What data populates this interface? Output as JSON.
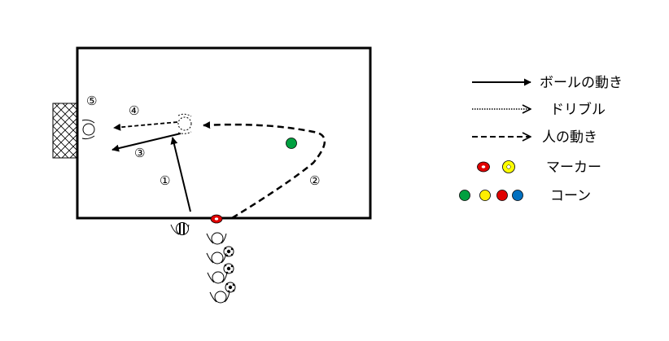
{
  "labels": {
    "step1": "①",
    "step2": "②",
    "step3": "③",
    "step4": "④",
    "step5": "⑤"
  },
  "legend": {
    "ball_movement": "ボールの動き",
    "dribble": "ドリブル",
    "player_movement": "人の動き",
    "marker": "マーカー",
    "cone": "コーン"
  },
  "colors": {
    "marker_red": "#e00000",
    "marker_yellow": "#ffff00",
    "cone_green": "#00a040",
    "cone_yellow": "#ffee00",
    "cone_red": "#e00000",
    "cone_blue": "#0070c0"
  }
}
